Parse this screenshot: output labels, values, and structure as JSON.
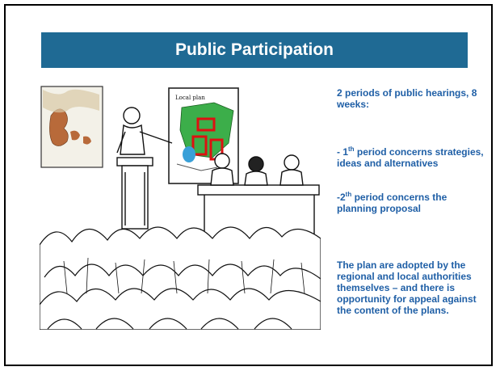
{
  "slide": {
    "title": "Public Participation",
    "map_label": "Local plan",
    "bullets": {
      "intro": "2 periods of public hearings, 8 weeks:",
      "first_prefix": "- 1",
      "first_sup": "th",
      "first_rest": " period concerns strategies, ideas and alternatives",
      "second_prefix": "-2",
      "second_sup": "th",
      "second_rest": " period concerns the planning proposal",
      "closing": "The plan are adopted by the regional and local authorities themselves – and there is opportunity for appeal against the content of the plans."
    },
    "colors": {
      "title_bar": "#1f6a94",
      "title_text": "#ffffff",
      "body_text": "#1f5fa6"
    }
  }
}
